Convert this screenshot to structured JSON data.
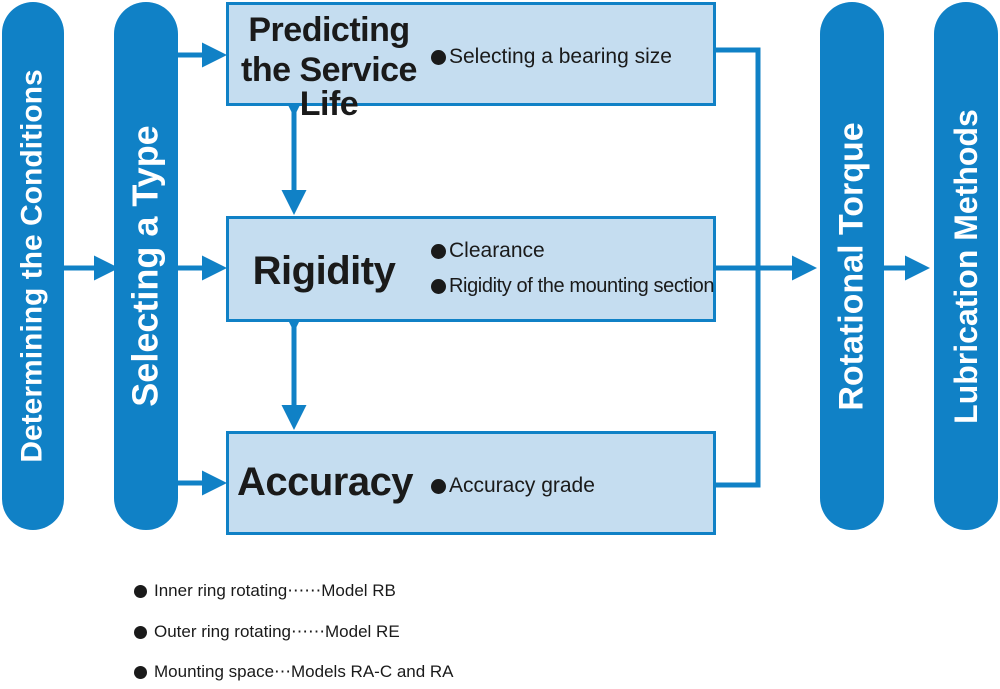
{
  "colors": {
    "accent": "#1081c6",
    "box_fill": "#c5ddf0",
    "text": "#1a1a1a",
    "pill_text": "#ffffff"
  },
  "steps": {
    "determining": "Determining the Conditions",
    "selecting_type": "Selecting a Type",
    "rotational_torque": "Rotational Torque",
    "lubrication": "Lubrication Methods"
  },
  "boxes": {
    "service_life": {
      "title_line1": "Predicting",
      "title_line2": "the Service Life",
      "bullets": [
        "Selecting a bearing size"
      ]
    },
    "rigidity": {
      "title": "Rigidity",
      "bullets": [
        "Clearance",
        "Rigidity of the mounting section"
      ]
    },
    "accuracy": {
      "title": "Accuracy",
      "bullets": [
        "Accuracy grade"
      ]
    }
  },
  "notes": [
    "Inner ring rotating⋯⋯Model RB",
    "Outer ring rotating⋯⋯Model RE",
    "Mounting space⋯Models RA-C and RA"
  ]
}
